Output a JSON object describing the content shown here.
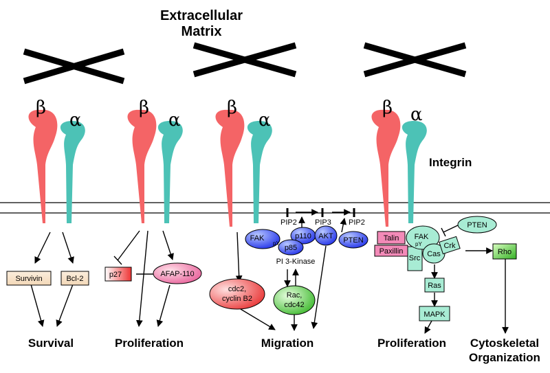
{
  "title": {
    "line1": "Extracellular",
    "line2": "Matrix"
  },
  "integrin_label": "Integrin",
  "subunits": {
    "beta": "β",
    "alpha": "α"
  },
  "colors": {
    "beta": "#f46466",
    "alpha": "#4cc2b6",
    "line": "#000000"
  },
  "panel1": {
    "survivin": "Survivin",
    "bcl2": "Bcl-2",
    "outcome": "Survival"
  },
  "panel2": {
    "p27": "p27",
    "afap": "AFAP-110",
    "outcome": "Proliferation"
  },
  "panel3": {
    "fak": "FAK",
    "py": "pY",
    "p110": "p110",
    "p85": "p85",
    "akt": "AKT",
    "pten": "PTEN",
    "pip2_left": "PIP2",
    "pip3": "PIP3",
    "pip2_right": "PIP2",
    "pi3k": "PI 3-Kinase",
    "cdc2_line1": "cdc2,",
    "cdc2_line2": "cyclin B2",
    "rac_line1": "Rac,",
    "rac_line2": "cdc42",
    "outcome": "Migration"
  },
  "panel4": {
    "talin": "Talin",
    "paxillin": "Paxillin",
    "fak": "FAK",
    "py": "pY",
    "src": "Src",
    "cas": "Cas",
    "crk": "Crk",
    "pten": "PTEN",
    "rho": "Rho",
    "ras": "Ras",
    "mapk": "MAPK",
    "outcome": "Proliferation",
    "outcome2_line1": "Cytoskeletal",
    "outcome2_line2": "Organization"
  }
}
